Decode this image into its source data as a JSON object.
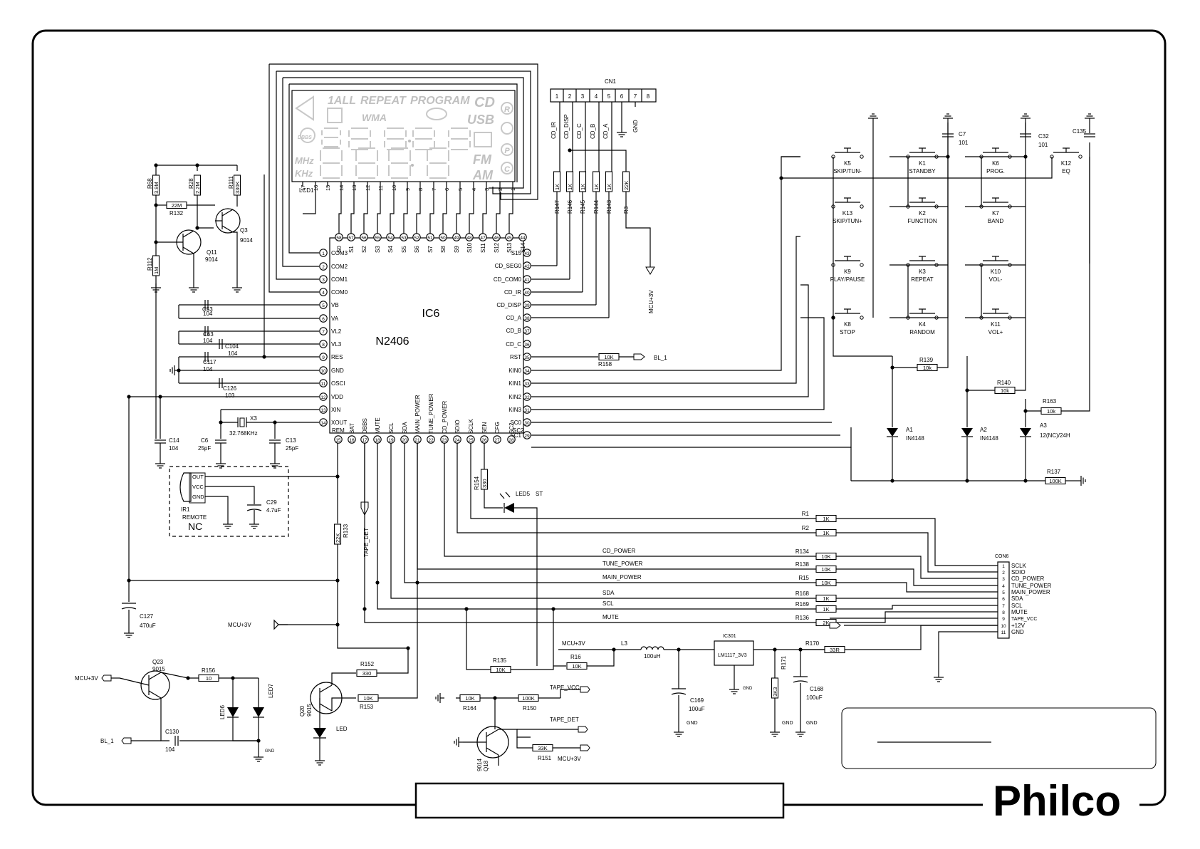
{
  "brand": {
    "logo": "Philco"
  },
  "ic": {
    "name": "IC6",
    "part": "N2406",
    "left_pins": [
      {
        "n": "1",
        "label": "COM3"
      },
      {
        "n": "2",
        "label": "COM2"
      },
      {
        "n": "3",
        "label": "COM1"
      },
      {
        "n": "4",
        "label": "COM0"
      },
      {
        "n": "5",
        "label": "VB"
      },
      {
        "n": "6",
        "label": "VA"
      },
      {
        "n": "7",
        "label": "VL2"
      },
      {
        "n": "8",
        "label": "VL3"
      },
      {
        "n": "9",
        "label": "RES"
      },
      {
        "n": "10",
        "label": "GND"
      },
      {
        "n": "11",
        "label": "OSCI"
      },
      {
        "n": "12",
        "label": "VDD"
      },
      {
        "n": "13",
        "label": "XIN"
      },
      {
        "n": "14",
        "label": "XOUT"
      }
    ],
    "right_pins": [
      {
        "n": "43",
        "label": "S15"
      },
      {
        "n": "42",
        "label": "CD_SEG0"
      },
      {
        "n": "41",
        "label": "CD_COM0"
      },
      {
        "n": "40",
        "label": "CD_IR"
      },
      {
        "n": "39",
        "label": "CD_DISP"
      },
      {
        "n": "38",
        "label": "CD_A"
      },
      {
        "n": "37",
        "label": "CD_B"
      },
      {
        "n": "36",
        "label": "CD_C"
      },
      {
        "n": "35",
        "label": "RST"
      },
      {
        "n": "34",
        "label": "KIN0"
      },
      {
        "n": "33",
        "label": "KIN1"
      },
      {
        "n": "32",
        "label": "KIN2"
      },
      {
        "n": "31",
        "label": "KIN3"
      },
      {
        "n": "30",
        "label": "SC0"
      },
      {
        "n": "29",
        "label": "SC1"
      }
    ],
    "top_pins": [
      {
        "n": "58",
        "label": "S0"
      },
      {
        "n": "57",
        "label": "S1"
      },
      {
        "n": "56",
        "label": "S2"
      },
      {
        "n": "55",
        "label": "S3"
      },
      {
        "n": "54",
        "label": "S4"
      },
      {
        "n": "53",
        "label": "S5"
      },
      {
        "n": "52",
        "label": "S6"
      },
      {
        "n": "51",
        "label": "S7"
      },
      {
        "n": "50",
        "label": "S8"
      },
      {
        "n": "49",
        "label": "S9"
      },
      {
        "n": "48",
        "label": "S10"
      },
      {
        "n": "47",
        "label": "S11"
      },
      {
        "n": "46",
        "label": "S12"
      },
      {
        "n": "45",
        "label": "S13"
      },
      {
        "n": "44",
        "label": "S14"
      }
    ],
    "bottom_pins": [
      {
        "n": "15",
        "label": "REM"
      },
      {
        "n": "16",
        "label": "BAT"
      },
      {
        "n": "17",
        "label": "DBBS"
      },
      {
        "n": "18",
        "label": "MUTE"
      },
      {
        "n": "19",
        "label": "SCL"
      },
      {
        "n": "20",
        "label": "SDA"
      },
      {
        "n": "21",
        "label": "MAIN_POWER"
      },
      {
        "n": "22",
        "label": "TUNE_POWER"
      },
      {
        "n": "23",
        "label": "CD_POWER"
      },
      {
        "n": "24",
        "label": "SDIO"
      },
      {
        "n": "25",
        "label": "SCLK"
      },
      {
        "n": "26",
        "label": "SEN"
      },
      {
        "n": "27",
        "label": "CFG"
      },
      {
        "n": "28",
        "label": "SC2"
      }
    ]
  },
  "lcd": {
    "name": "LCD1",
    "glyphs": [
      "1ALL",
      "REPEAT",
      "PROGRAM",
      "CD",
      "USB",
      "WMA",
      "FM",
      "AM",
      "MHz",
      "KHz",
      "R",
      "P",
      "C",
      "DBBS"
    ],
    "pins": [
      "17",
      "16",
      "15",
      "14",
      "13",
      "12",
      "11",
      "10",
      "9",
      "8",
      "7",
      "6",
      "5",
      "4",
      "3",
      "2",
      "1"
    ]
  },
  "cn1": {
    "name": "CN1",
    "pins": [
      "1",
      "2",
      "3",
      "4",
      "5",
      "6",
      "7",
      "8"
    ],
    "nets": [
      "CD_IR",
      "CD_DISP",
      "CD_C",
      "CD_B",
      "CD_A"
    ],
    "gnd": "GND"
  },
  "cn1_resistors": [
    {
      "ref": "R147",
      "value": "1K"
    },
    {
      "ref": "R146",
      "value": "1K"
    },
    {
      "ref": "R145",
      "value": "1K"
    },
    {
      "ref": "R144",
      "value": "1K"
    },
    {
      "ref": "R143",
      "value": "1K"
    },
    {
      "ref": "R3",
      "value": "22K"
    }
  ],
  "reset_circuit": {
    "R68": "3.9M",
    "R28": "2.2M",
    "R111": "330K",
    "R132": "22M",
    "R112": "1M",
    "Q3": "Q3",
    "Q3_part": "9014",
    "Q11": "Q11",
    "Q11_part": "9014"
  },
  "caps_left": [
    {
      "ref": "C53",
      "value": "104"
    },
    {
      "ref": "C63",
      "value": "104"
    },
    {
      "ref": "C104",
      "value": "104"
    },
    {
      "ref": "C117",
      "value": "104"
    },
    {
      "ref": "C126",
      "value": "103"
    }
  ],
  "osc": {
    "C14": "C14",
    "C14v": "104",
    "C6": "C6",
    "C6v": "25pF",
    "C13": "C13",
    "C13v": "25pF",
    "X3": "X3",
    "X3v": "32.768KHz"
  },
  "remote": {
    "pins": [
      "OUT",
      "VCC",
      "GND"
    ],
    "ref": "IR1",
    "name": "REMOTE",
    "nc": "NC",
    "C29": "C29",
    "C29v": "4.7uF"
  },
  "keys": [
    {
      "ref": "K5",
      "name": "SKIP/TUN-"
    },
    {
      "ref": "K1",
      "name": "STANDBY"
    },
    {
      "ref": "K6",
      "name": "PROG."
    },
    {
      "ref": "K12",
      "name": "EQ"
    },
    {
      "ref": "K13",
      "name": "SKIP/TUN+"
    },
    {
      "ref": "K2",
      "name": "FUNCTION"
    },
    {
      "ref": "K7",
      "name": "BAND"
    },
    {
      "ref": "K9",
      "name": "PLAY/PAUSE"
    },
    {
      "ref": "K3",
      "name": "REPEAT"
    },
    {
      "ref": "K10",
      "name": "VOL-"
    },
    {
      "ref": "K8",
      "name": "STOP"
    },
    {
      "ref": "K4",
      "name": "RANDOM"
    },
    {
      "ref": "K11",
      "name": "VOL+"
    }
  ],
  "key_caps": [
    {
      "ref": "C7",
      "value": "101"
    },
    {
      "ref": "C32",
      "value": "101"
    },
    {
      "ref": "C135",
      "value": ""
    }
  ],
  "key_resistors": [
    {
      "ref": "R158",
      "value": "10K"
    },
    {
      "ref": "R139",
      "value": "10k"
    },
    {
      "ref": "R140",
      "value": "10k"
    },
    {
      "ref": "R163",
      "value": "10k"
    },
    {
      "ref": "R137",
      "value": "100K"
    }
  ],
  "diodes": [
    {
      "ref": "A1",
      "part": "IN4148"
    },
    {
      "ref": "A2",
      "part": "IN4148"
    },
    {
      "ref": "A3",
      "part": "12(NC)/24H"
    }
  ],
  "bl": "BL_1",
  "mcu3v": "MCU+3V",
  "tape_det": "TAPE_DET",
  "led5": {
    "ref": "LED5",
    "name": "ST",
    "R154": "R154",
    "R154v": "330"
  },
  "R133": {
    "ref": "R133",
    "value": "22K"
  },
  "C127": {
    "ref": "C127",
    "value": "470uF"
  },
  "con6": {
    "name": "CON6",
    "pins": [
      "1",
      "2",
      "3",
      "4",
      "5",
      "6",
      "7",
      "8",
      "9",
      "10",
      "11"
    ],
    "labels": [
      "SCLK",
      "SDIO",
      "CD_POWER",
      "TUNE_POWER",
      "MAIN_POWER",
      "SDA",
      "SCL",
      "MUTE",
      "TAPE_VCC",
      "+12V",
      "GND"
    ]
  },
  "con6_res": [
    {
      "ref": "R1",
      "value": "1K",
      "net": ""
    },
    {
      "ref": "R2",
      "value": "1K",
      "net": ""
    },
    {
      "ref": "R134",
      "value": "10K",
      "net": "CD_POWER"
    },
    {
      "ref": "R138",
      "value": "10K",
      "net": "TUNE_POWER"
    },
    {
      "ref": "R15",
      "value": "10K",
      "net": "MAIN_POWER"
    },
    {
      "ref": "R168",
      "value": "1K",
      "net": "SDA"
    },
    {
      "ref": "R169",
      "value": "1K",
      "net": "SCL"
    },
    {
      "ref": "R136",
      "value": "2K",
      "net": "MUTE"
    }
  ],
  "power": {
    "L3": "L3",
    "L3v": "100uH",
    "R16": "R16",
    "R16v": "10K",
    "R135": "R135",
    "R135v": "10K",
    "IC301": "IC301",
    "IC301v": "LM1117_3V3",
    "R171": "R171",
    "R171v": "3K3",
    "C169": "C169",
    "C169v": "100uF",
    "C168": "C168",
    "C168v": "100uF",
    "R170": "R170",
    "R170v": "33R",
    "gnd": "GND"
  },
  "backlight": {
    "Q23": "Q23",
    "Q23v": "9015",
    "R156": "R156",
    "R156v": "10",
    "C130": "C130",
    "C130v": "104",
    "LED6": "LED6",
    "LED7": "LED7",
    "Q20": "Q20",
    "Q20v": "9015",
    "R152": "R152",
    "R152v": "330",
    "R153": "R153",
    "R153v": "10K",
    "LED": "LED"
  },
  "tape": {
    "R164": "R164",
    "R164v": "10K",
    "R150": "R150",
    "R150v": "100K",
    "R151": "R151",
    "R151v": "33K",
    "Q18": "Q18",
    "Q18v": "9014",
    "TAPE_VCC": "TAPE_VCC",
    "TAPE_DET": "TAPE_DET"
  }
}
